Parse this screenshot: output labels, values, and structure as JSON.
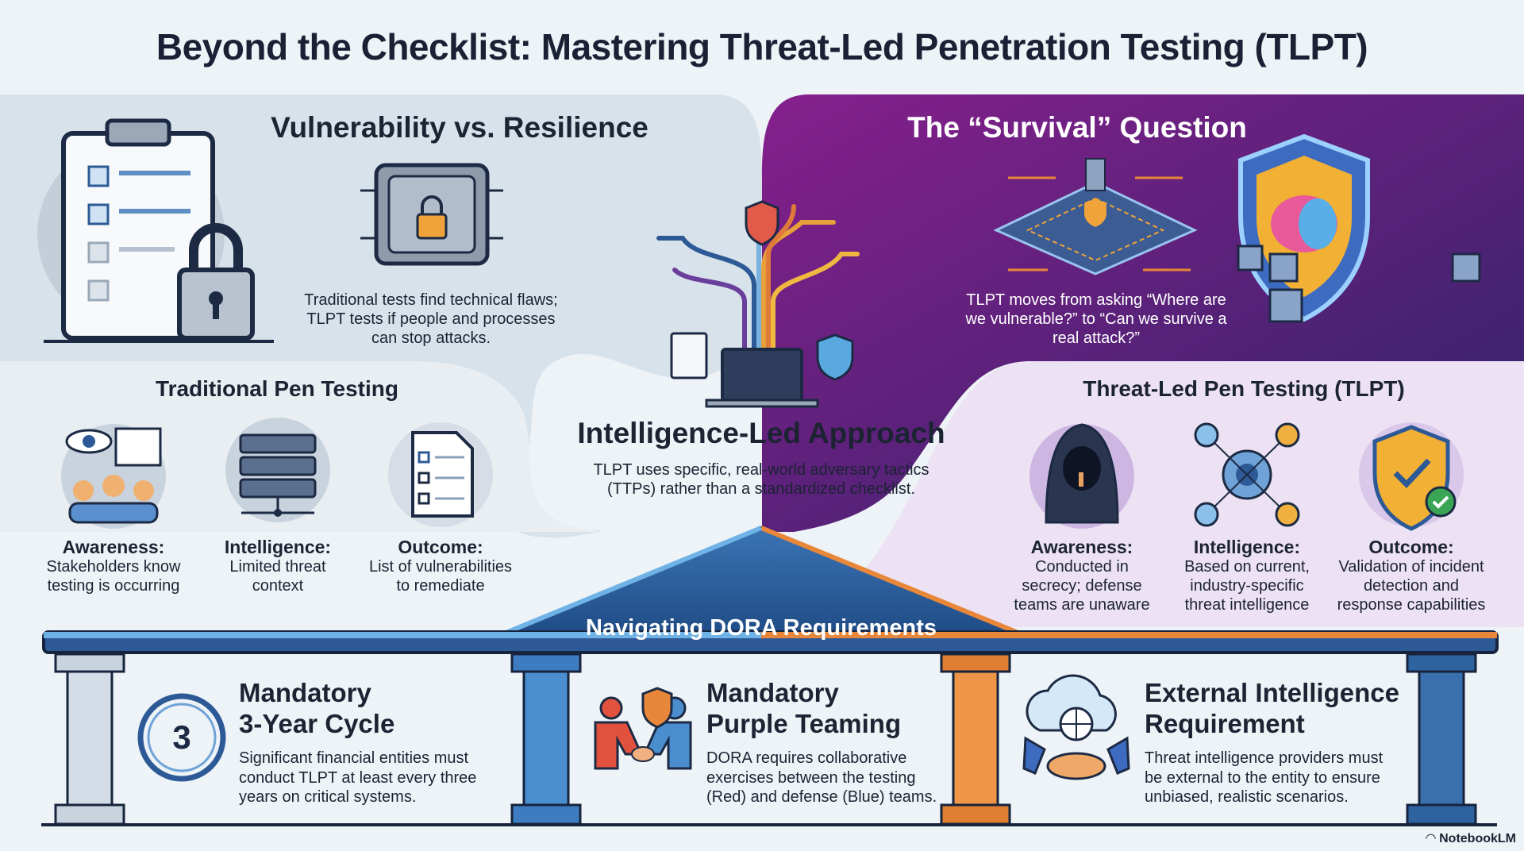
{
  "title": "Beyond the Checklist: Mastering Threat-Led Penetration Testing (TLPT)",
  "left_top": {
    "heading": "Vulnerability vs. Resilience",
    "description": [
      "Traditional tests find technical flaws;",
      "TLPT tests if people and processes",
      "can stop attacks."
    ]
  },
  "right_top": {
    "heading": "The “Survival” Question",
    "description": [
      "TLPT moves from asking “Where are",
      "we vulnerable?” to “Can we survive a",
      "real attack?”"
    ]
  },
  "center": {
    "heading": "Intelligence-Led Approach",
    "description": [
      "TLPT uses specific, real-world adversary tactics",
      "(TTPs) rather than a standardized checklist."
    ]
  },
  "traditional": {
    "heading": "Traditional Pen Testing",
    "items": [
      {
        "label": "Awareness:",
        "lines": [
          "Stakeholders know",
          "testing is occurring"
        ],
        "icon": "people-eye-calendar-icon"
      },
      {
        "label": "Intelligence:",
        "lines": [
          "Limited threat",
          "context"
        ],
        "icon": "server-stack-icon"
      },
      {
        "label": "Outcome:",
        "lines": [
          "List of vulnerabilities",
          "to remediate"
        ],
        "icon": "checklist-document-icon"
      }
    ]
  },
  "tlpt": {
    "heading": "Threat-Led Pen Testing (TLPT)",
    "items": [
      {
        "label": "Awareness:",
        "lines": [
          "Conducted in",
          "secrecy; defense",
          "teams are unaware"
        ],
        "icon": "hooded-hacker-icon"
      },
      {
        "label": "Intelligence:",
        "lines": [
          "Based on current,",
          "industry-specific",
          "threat intelligence"
        ],
        "icon": "network-hub-icon"
      },
      {
        "label": "Outcome:",
        "lines": [
          "Validation of incident",
          "detection and",
          "response capabilities"
        ],
        "icon": "shield-check-icon"
      }
    ]
  },
  "dora": {
    "heading": "Navigating DORA Requirements",
    "pillars": [
      {
        "title": [
          "Mandatory",
          "3-Year Cycle"
        ],
        "lines": [
          "Significant financial entities must",
          "conduct TLPT at least every three",
          "years on critical systems."
        ],
        "icon": "clock-3-icon",
        "icon_text": "3"
      },
      {
        "title": [
          "Mandatory",
          "Purple Teaming"
        ],
        "lines": [
          "DORA requires collaborative",
          "exercises between the testing",
          "(Red) and defense (Blue) teams."
        ],
        "icon": "red-blue-handshake-icon"
      },
      {
        "title": [
          "External Intelligence",
          "Requirement"
        ],
        "lines": [
          "Threat intelligence providers must",
          "be external to the entity to ensure",
          "unbiased, realistic scenarios."
        ],
        "icon": "cloud-handshake-icon"
      }
    ]
  },
  "watermark": "NotebookLM",
  "colors": {
    "purple_dark": "#3b1d6e",
    "purple": "#7b1f86",
    "lavender": "#ece2f3",
    "panel_gray": "#d8e2ea",
    "roof_blue": "#2d5a96",
    "orange": "#e8873a",
    "text": "#1c2333"
  }
}
